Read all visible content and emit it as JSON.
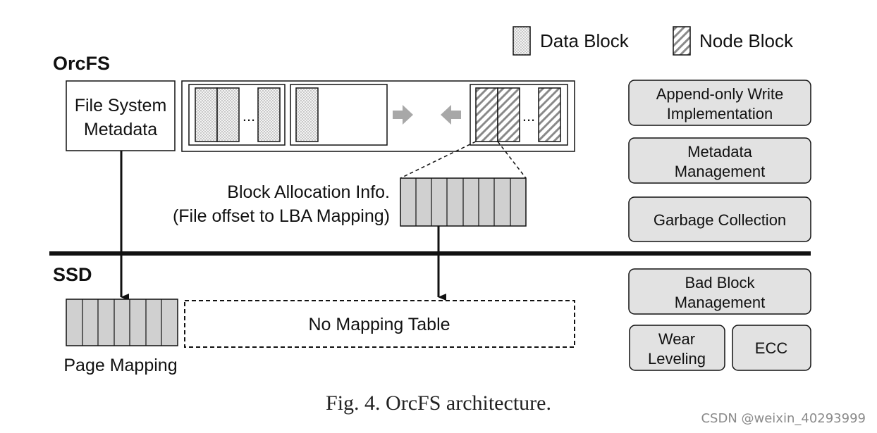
{
  "legend": {
    "data_block": "Data Block",
    "node_block": "Node Block"
  },
  "orcfs": {
    "section_label": "OrcFS",
    "metadata_box_line1": "File System",
    "metadata_box_line2": "Metadata",
    "ellipsis": "...",
    "block_alloc_line1": "Block Allocation Info.",
    "block_alloc_line2": "(File offset to LBA Mapping)"
  },
  "ssd": {
    "section_label": "SSD",
    "page_mapping_label": "Page Mapping",
    "no_mapping_label": "No Mapping Table"
  },
  "modules": {
    "append_write_line1": "Append-only Write",
    "append_write_line2": "Implementation",
    "metadata_mgmt_line1": "Metadata",
    "metadata_mgmt_line2": "Management",
    "garbage_collection": "Garbage Collection",
    "bad_block_line1": "Bad Block",
    "bad_block_line2": "Management",
    "wear_leveling_line1": "Wear",
    "wear_leveling_line2": "Leveling",
    "ecc": "ECC"
  },
  "caption": "Fig. 4.  OrcFS architecture.",
  "watermark": "CSDN @weixin_40293999",
  "colors": {
    "module_fill": "#e2e2e2",
    "mapping_fill": "#d0d0d0",
    "arrow_gray": "#a8a8a8",
    "line": "#111111"
  }
}
